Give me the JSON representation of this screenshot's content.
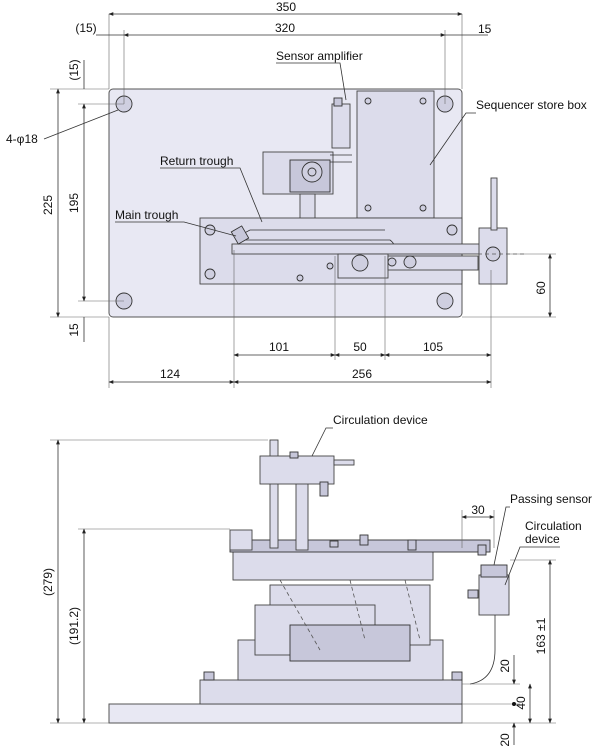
{
  "top_view": {
    "dims": {
      "overall_width": "350",
      "hole_pitch_x": "320",
      "left_offset": "(15)",
      "right_offset": "15",
      "top_offset": "(15)",
      "overall_depth": "225",
      "hole_pitch_y": "195",
      "bottom_offset": "15",
      "holes": "4-φ18",
      "feeder_offset": "60",
      "seg1": "101",
      "seg2": "50",
      "seg3": "105",
      "left_to_trough": "124",
      "trough_length": "256"
    },
    "labels": {
      "sensor_amplifier": "Sensor amplifier",
      "sequencer_box": "Sequencer store box",
      "return_trough": "Return trough",
      "main_trough": "Main trough"
    }
  },
  "side_view": {
    "dims": {
      "total_height": "(279)",
      "trough_height": "(191.2)",
      "sensor_height": "163 ±1",
      "sensor_width": "30",
      "dim_20_top": "20",
      "dim_40": "40",
      "dim_20_bottom": "20"
    },
    "labels": {
      "circulation_device_top": "Circulation device",
      "passing_sensor": "Passing sensor",
      "circulation_device_side_1": "Circulation",
      "circulation_device_side_2": "device"
    }
  }
}
